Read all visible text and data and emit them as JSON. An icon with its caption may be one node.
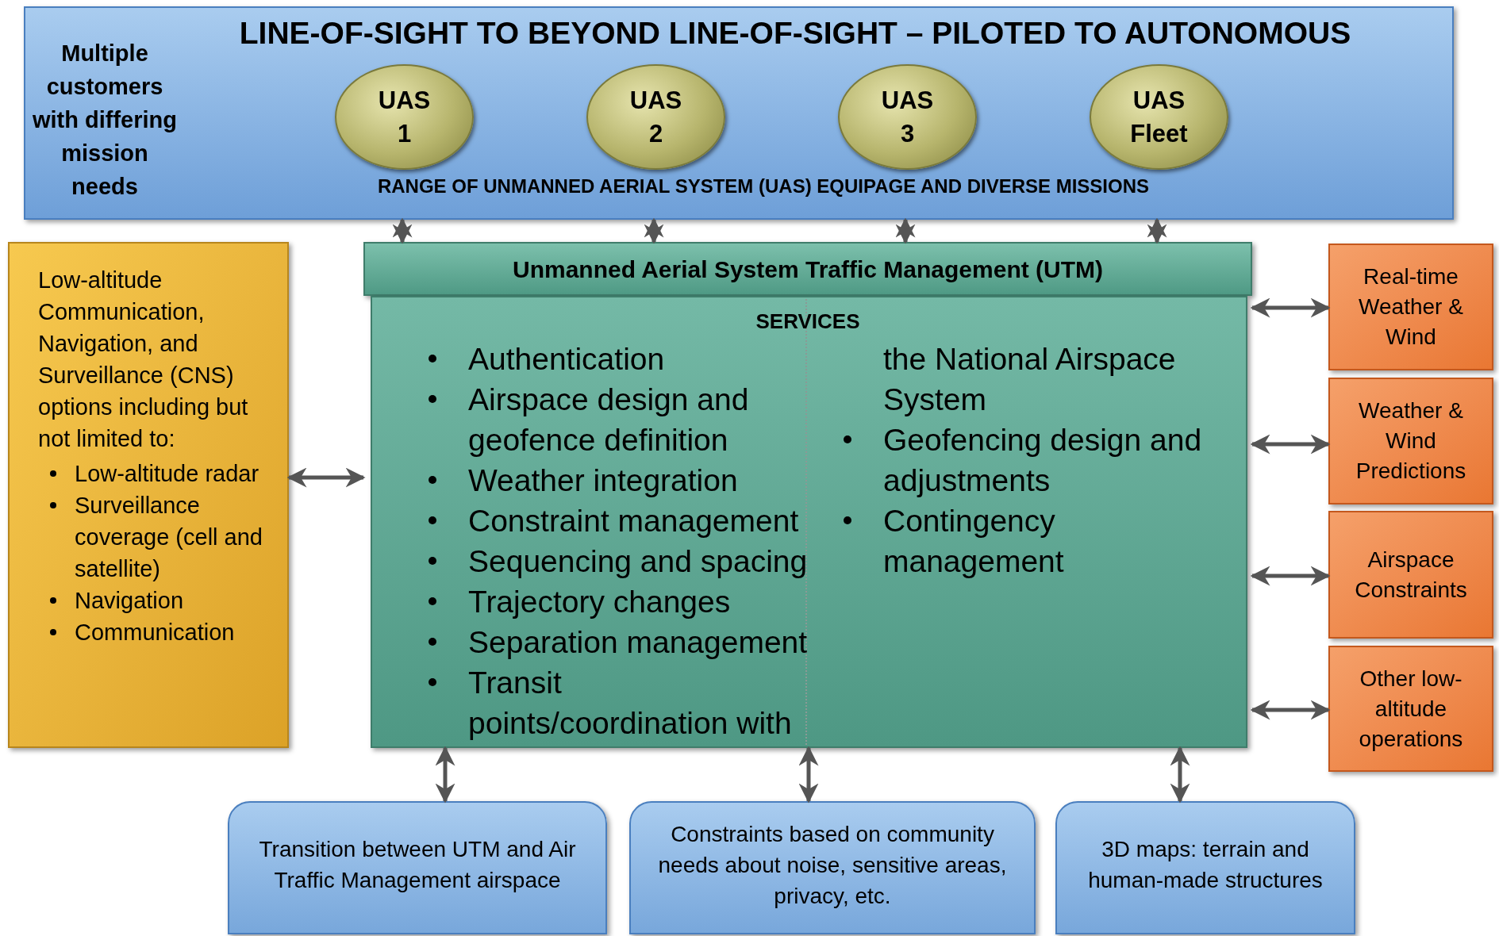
{
  "diagram": {
    "nodes": [
      {
        "text": [
          "LINE-OF-SIGHT TO BEYOND LINE-OF-SIGHT – PILOTED TO AUTONOMOUS",
          "Multiple customers with differing mission needs",
          "RANGE OF UNMANNED AERIAL SYSTEM (UAS) EQUIPAGE AND DIVERSE MISSIONS"
        ]
      },
      {
        "text": [
          "UAS 1"
        ],
        "in": 0
      },
      {
        "text": [
          "UAS 2"
        ],
        "in": 0
      },
      {
        "text": [
          "UAS 3"
        ],
        "in": 0
      },
      {
        "text": [
          "UAS Fleet"
        ],
        "in": 0
      },
      {
        "text": [
          "Unmanned Aerial System Traffic Management (UTM)",
          "SERVICES",
          "Authentication",
          "Airspace design and geofence definition",
          "Weather integration",
          "Constraint management",
          "Sequencing and spacing",
          "Trajectory changes",
          "Separation management",
          "Transit points/coordination with the National Airspace System",
          "Geofencing design and adjustments",
          "Contingency management"
        ]
      },
      {
        "text": [
          "Low-altitude Communication, Navigation, and Surveillance (CNS) options including but not limited to:",
          "Low-altitude radar",
          "Surveillance coverage (cell and satellite)",
          "Navigation",
          "Communication"
        ]
      },
      {
        "text": [
          "Real-time Weather & Wind"
        ]
      },
      {
        "text": [
          "Weather & Wind Predictions"
        ]
      },
      {
        "text": [
          "Airspace Constraints"
        ]
      },
      {
        "text": [
          "Other low-altitude operations"
        ]
      },
      {
        "text": [
          "Transition between UTM and Air Traffic Management airspace"
        ]
      },
      {
        "text": [
          "Constraints based on community needs about noise, sensitive areas, privacy, etc."
        ]
      },
      {
        "text": [
          "3D maps: terrain and human-made structures"
        ]
      }
    ],
    "edges": [
      {
        "from": 0,
        "to": 5,
        "arrow": "both"
      },
      {
        "from": 0,
        "to": 5,
        "arrow": "both"
      },
      {
        "from": 0,
        "to": 5,
        "arrow": "both"
      },
      {
        "from": 0,
        "to": 5,
        "arrow": "both"
      },
      {
        "from": 6,
        "to": 5,
        "arrow": "both"
      },
      {
        "from": 5,
        "to": 7,
        "arrow": "both"
      },
      {
        "from": 5,
        "to": 8,
        "arrow": "both"
      },
      {
        "from": 5,
        "to": 9,
        "arrow": "both"
      },
      {
        "from": 5,
        "to": 10,
        "arrow": "both"
      },
      {
        "from": 5,
        "to": 11,
        "arrow": "both"
      },
      {
        "from": 5,
        "to": 12,
        "arrow": "both"
      },
      {
        "from": 5,
        "to": 13,
        "arrow": "both"
      }
    ]
  }
}
